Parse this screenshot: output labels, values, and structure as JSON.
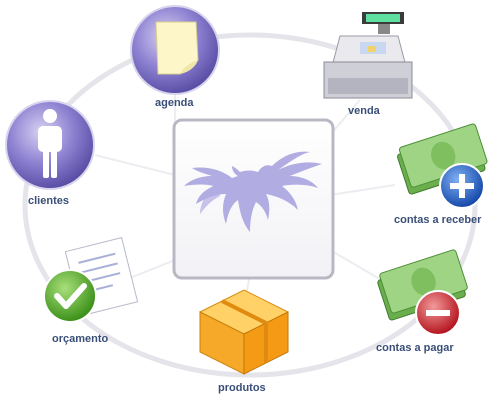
{
  "colors": {
    "label": "#3a4f78",
    "ring": "#e4e4ea",
    "purple": "#7f72c8",
    "money": "#7fbf5f",
    "plus": "#1f63c9",
    "minus": "#d9303a",
    "check": "#4aa41e",
    "box": "#f6a928"
  },
  "menu": {
    "agenda": {
      "label": "agenda",
      "icon": "notepad-icon"
    },
    "venda": {
      "label": "venda",
      "icon": "cash-register-icon"
    },
    "clientes": {
      "label": "clientes",
      "icon": "person-icon"
    },
    "contas_receber": {
      "label": "contas a receber",
      "icon": "money-plus-icon"
    },
    "contas_pagar": {
      "label": "contas a pagar",
      "icon": "money-minus-icon"
    },
    "orcamento": {
      "label": "orçamento",
      "icon": "checklist-icon"
    },
    "produtos": {
      "label": "produtos",
      "icon": "box-icon"
    }
  },
  "center": {
    "icon": "eagle-logo-icon"
  }
}
